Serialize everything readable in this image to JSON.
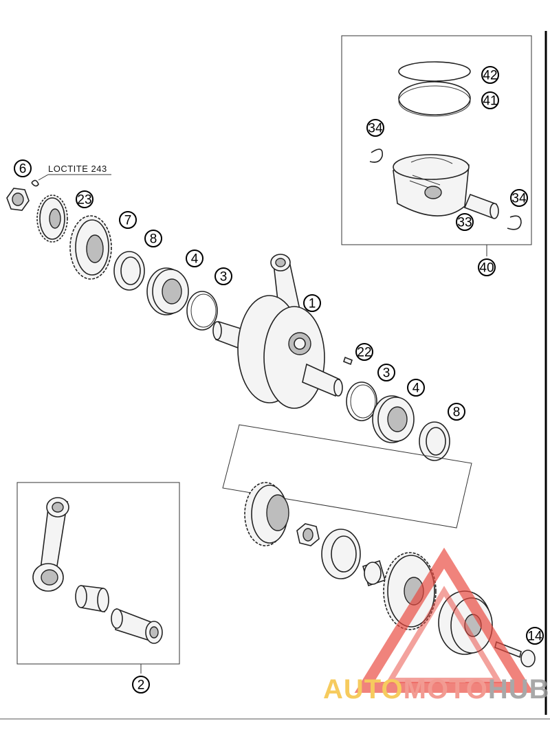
{
  "note": {
    "text": "LOCTITE 243"
  },
  "callouts": [
    {
      "label": "6"
    },
    {
      "label": "23"
    },
    {
      "label": "7"
    },
    {
      "label": "8"
    },
    {
      "label": "4"
    },
    {
      "label": "3"
    },
    {
      "label": "1"
    },
    {
      "label": "22"
    },
    {
      "label": "3"
    },
    {
      "label": "4"
    },
    {
      "label": "8"
    },
    {
      "label": "42"
    },
    {
      "label": "41"
    },
    {
      "label": "34"
    },
    {
      "label": "34"
    },
    {
      "label": "33"
    },
    {
      "label": "40"
    },
    {
      "label": "2"
    },
    {
      "label": "14"
    }
  ],
  "watermark": {
    "auto": "AUTO",
    "moto": "MOTO",
    "hub": "HUB",
    "colors": {
      "auto": "#f5c242",
      "moto": "#f08a80",
      "hub": "#9a9a9a",
      "triangle": "#e8483f"
    }
  }
}
